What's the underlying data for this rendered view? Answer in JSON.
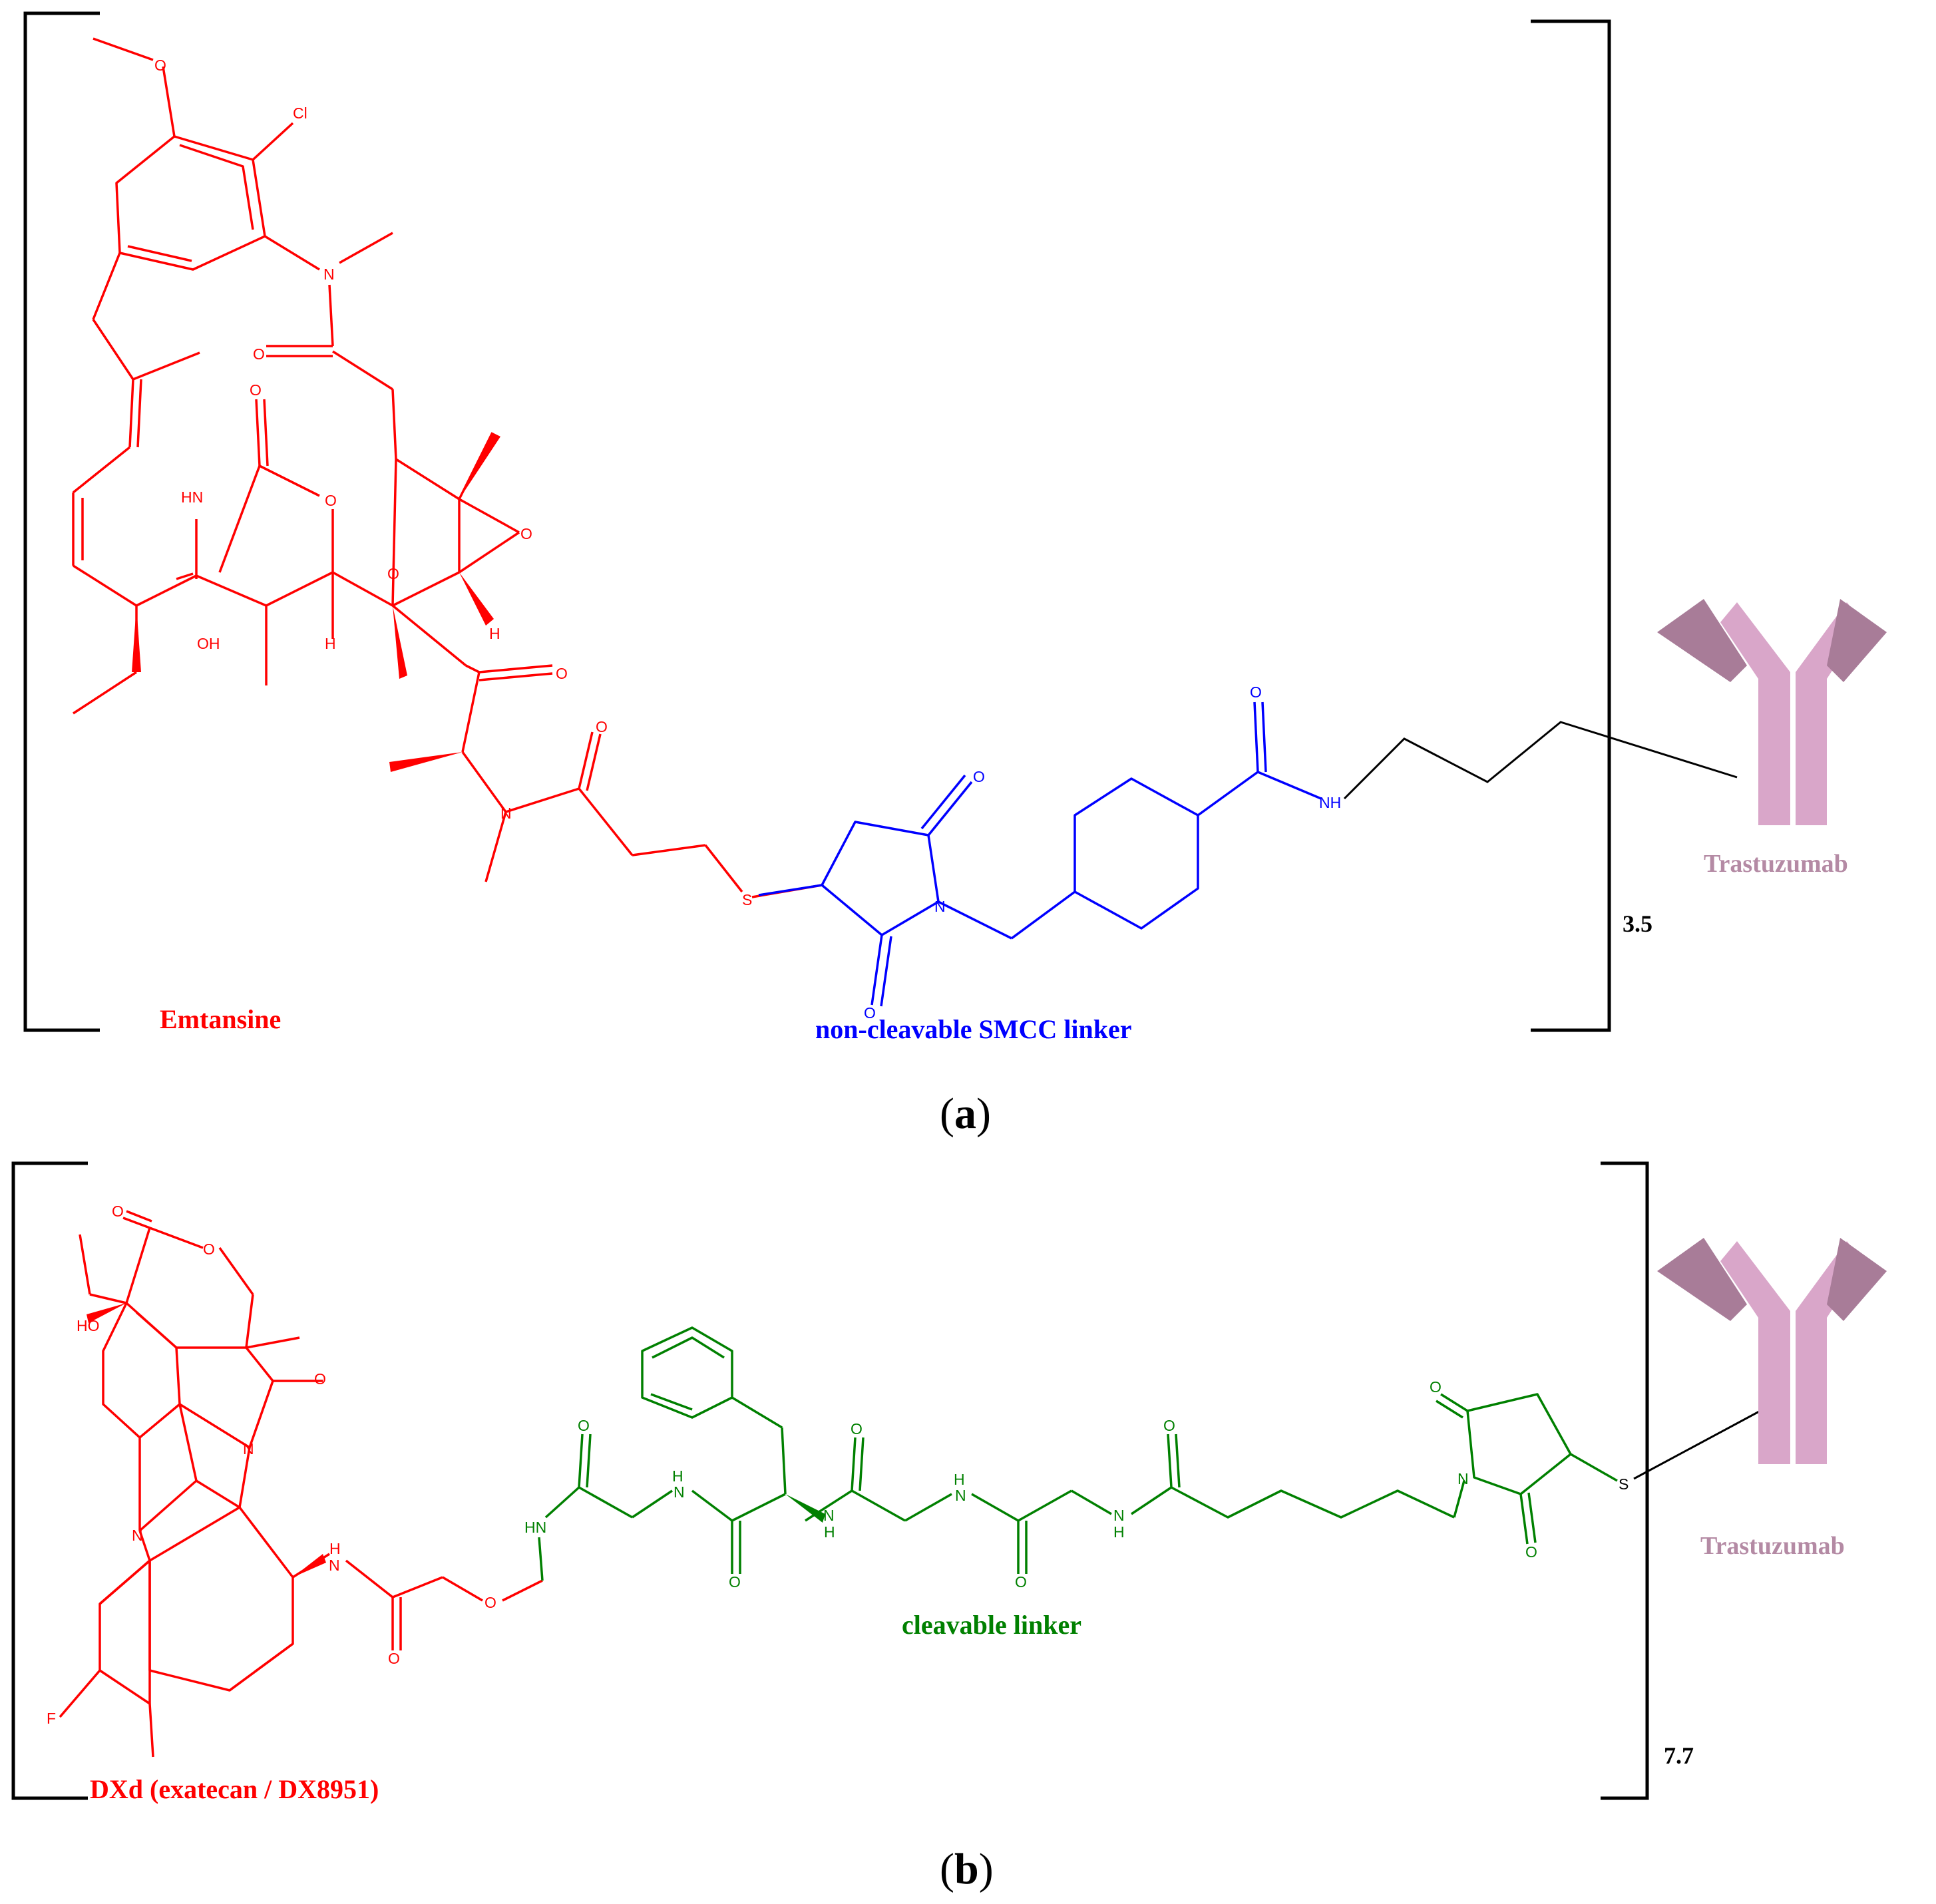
{
  "panel_a": {
    "label_open": "(",
    "label_letter": "a",
    "label_close": ")",
    "payload_label": "Emtansine",
    "linker_label": "non-cleavable SMCC linker",
    "antibody_label": "Trastuzumab",
    "dar": "3.5"
  },
  "panel_b": {
    "label_open": "(",
    "label_letter": "b",
    "label_close": ")",
    "payload_label": "DXd (exatecan / DX8951)",
    "linker_label": "cleavable linker",
    "antibody_label": "Trastuzumab",
    "dar": "7.7"
  },
  "atoms": {
    "cl": "Cl",
    "o": "O",
    "n": "N",
    "hn": "HN",
    "nh": "NH",
    "oh": "OH",
    "ho": "HO",
    "h": "H",
    "s": "S",
    "f": "F"
  },
  "colors": {
    "payload": "#ff0000",
    "linker_a": "#0000ff",
    "linker_b": "#008000",
    "antibody_light": "#d9a6c9",
    "antibody_dark": "#a87c98",
    "antibody_text": "#b48aa4",
    "bracket": "#000000"
  }
}
